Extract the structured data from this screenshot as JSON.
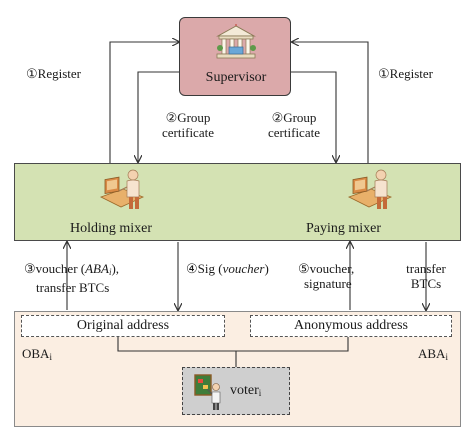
{
  "supervisor": {
    "label": "Supervisor",
    "icon": "bank-building-icon"
  },
  "register_left": {
    "num": "①",
    "text": "Register"
  },
  "register_right": {
    "num": "①",
    "text": "Register"
  },
  "group_cert_left": {
    "num": "②",
    "line1": "Group",
    "line2": "certificate"
  },
  "group_cert_right": {
    "num": "②",
    "line1": "Group",
    "line2": "certificate"
  },
  "holding_mixer": {
    "label": "Holding mixer",
    "icon": "person-at-computer-icon"
  },
  "paying_mixer": {
    "label": "Paying mixer",
    "icon": "person-at-computer-icon"
  },
  "step3": {
    "num": "③",
    "a": "voucher (",
    "b": "ABA",
    "sub": "i",
    "c": "),",
    "line2": "transfer BTCs"
  },
  "step4": {
    "num": "④",
    "a": "Sig (",
    "b": "voucher",
    "c": ")"
  },
  "step5": {
    "num": "⑤",
    "line1": "voucher,",
    "line2": "signature"
  },
  "step6": {
    "line1": "transfer",
    "line2": "BTCs"
  },
  "original_address": "Original address",
  "anonymous_address": "Anonymous address",
  "oba": {
    "text": "OBA",
    "sub": "i"
  },
  "aba": {
    "text": "ABA",
    "sub": "i"
  },
  "voter": {
    "text": "voter",
    "sub": "i",
    "icon": "voter-at-board-icon"
  },
  "colors": {
    "supervisor_fill": "#dba9aa",
    "mixer_band_fill": "#d4e2b3",
    "wallet_area_fill": "#fbeee2",
    "voter_fill": "#cfcfcf",
    "arrow_stroke": "#333333"
  }
}
